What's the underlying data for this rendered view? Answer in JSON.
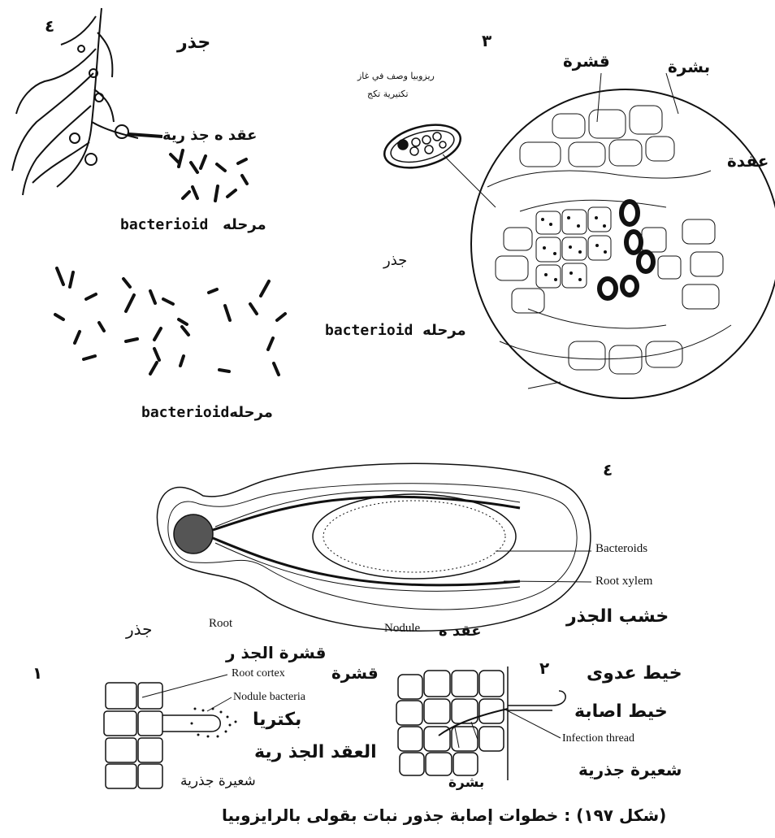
{
  "panel_top_left": {
    "number": "٤",
    "root_label": "جذر",
    "root_nodules_label": "عقد ه جذ رية",
    "stage1_label": "مرحله",
    "stage1_term": "bacterioid",
    "stage2_label": "مرحله",
    "stage2_term": "bacterioid"
  },
  "panel_top_right": {
    "number": "٣",
    "small_note_line1": "ريزوبيا وصف في غاز",
    "small_note_line2": "تكتيرية تكج",
    "cortex_label": "قشرة",
    "epidermis_label": "بشرة",
    "nodule_label": "عقدة",
    "root_label": "جذر",
    "stage_label": "مرحله",
    "stage_term": "bacterioid"
  },
  "panel_middle": {
    "number": "٤",
    "bacteroids": "Bacteroids",
    "root_xylem": "Root xylem",
    "root_en": "Root",
    "root_ar": "جذر",
    "nodule_en": "Nodule",
    "nodule_ar": "عقد ه",
    "xylem_ar": "خشب الجذر"
  },
  "panel_bottom": {
    "number_left": "١",
    "number_right": "٢",
    "root_cortex_ar": "قشرة الجذ ر",
    "root_cortex_en": "Root cortex",
    "nodule_bacteria_en": "Nodule bacteria",
    "bacteria_ar": "بكتريا",
    "root_nodules_ar": "العقد الجذ رية",
    "root_hair_ar_left": "شعيرة جذرية",
    "cortex_ar": "قشرة",
    "infection_thread_en": "Infection thread",
    "infection_strand_ar": "خيط عدوى",
    "infection_thread_ar": "خيط اصابة",
    "epidermis_ar": "بشرة",
    "root_hair_ar_right": "شعيرة جذرية"
  },
  "caption": "(شكل ١٩٧) : خطوات إصابة جذور نبات بقولى بالرايزوبيا"
}
